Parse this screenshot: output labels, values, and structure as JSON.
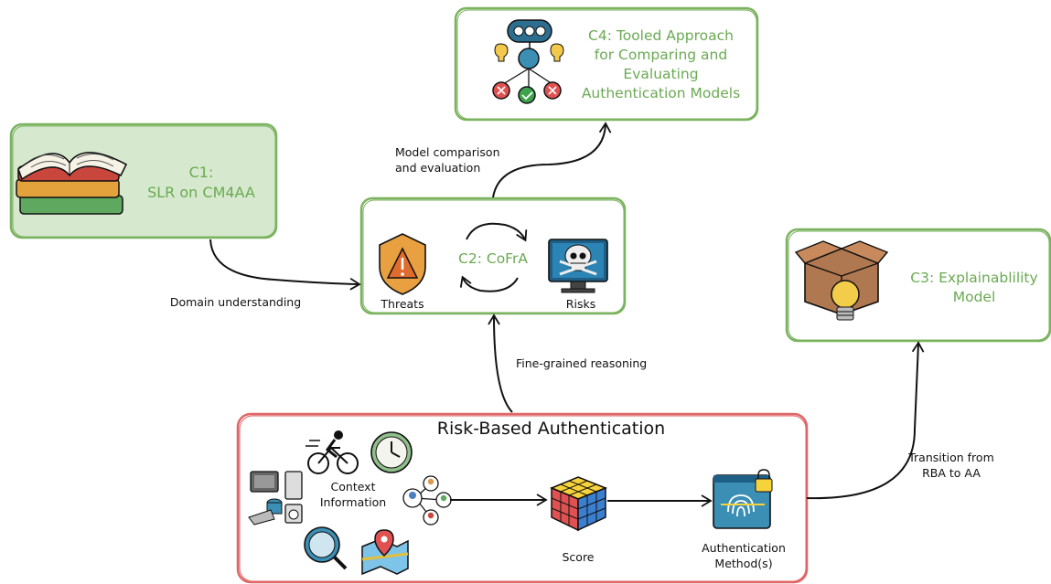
{
  "boxes": {
    "c1": {
      "title_line1": "C1:",
      "title_line2": "SLR on CM4AA",
      "fill": "#d6e9cf"
    },
    "c2": {
      "title": "C2: CoFrA",
      "threats_label": "Threats",
      "risks_label": "Risks"
    },
    "c3": {
      "title_line1": "C3: Explainablility",
      "title_line2": "Model"
    },
    "c4": {
      "title_line1": "C4: Tooled Approach",
      "title_line2": "for Comparing and",
      "title_line3": "Evaluating",
      "title_line4": "Authentication Models"
    },
    "rba": {
      "title": "Risk-Based Authentication",
      "context_line1": "Context",
      "context_line2": "Information",
      "score_label": "Score",
      "auth_line1": "Authentication",
      "auth_line2": "Method(s)"
    }
  },
  "edges": {
    "domain": "Domain understanding",
    "model_line1": "Model comparison",
    "model_line2": "and evaluation",
    "fine": "Fine-grained reasoning",
    "transition_line1": "Transition from",
    "transition_line2": "RBA to AA"
  },
  "colors": {
    "green": "#7bb35f",
    "red": "#e06666",
    "text_green": "#6aaa52"
  }
}
